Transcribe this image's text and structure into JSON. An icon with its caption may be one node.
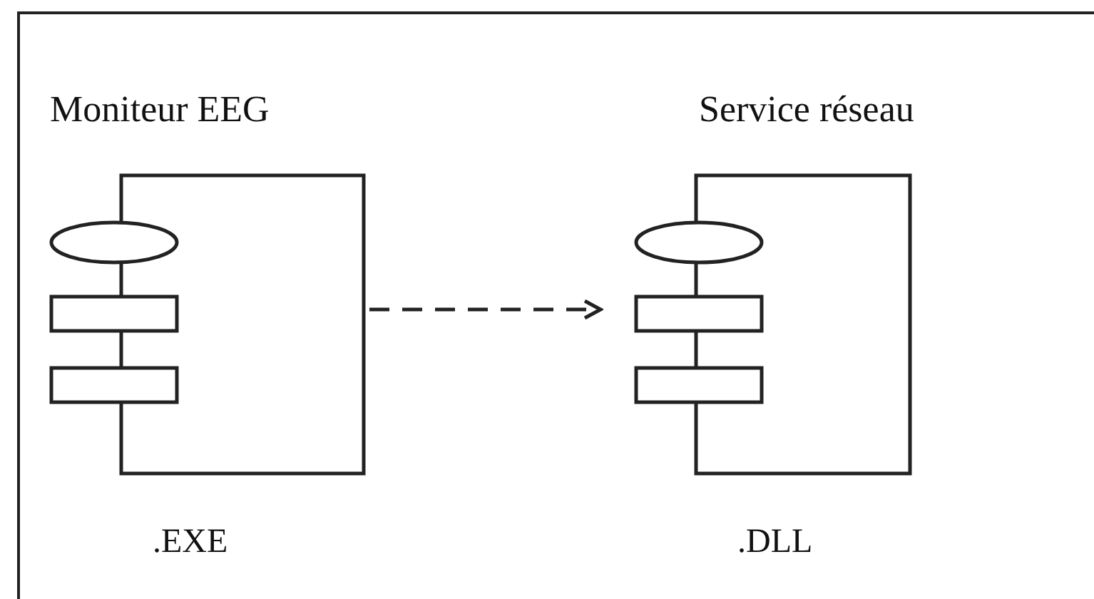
{
  "diagram": {
    "nodes": [
      {
        "text": [
          "Moniteur EEG"
        ],
        "beside": [
          ".EXE"
        ]
      },
      {
        "text": [
          "Service réseau"
        ],
        "beside": [
          ".DLL"
        ]
      }
    ],
    "edges": [
      {
        "from": 0,
        "to": 1,
        "arrow": "to",
        "style": "dashed"
      }
    ]
  }
}
